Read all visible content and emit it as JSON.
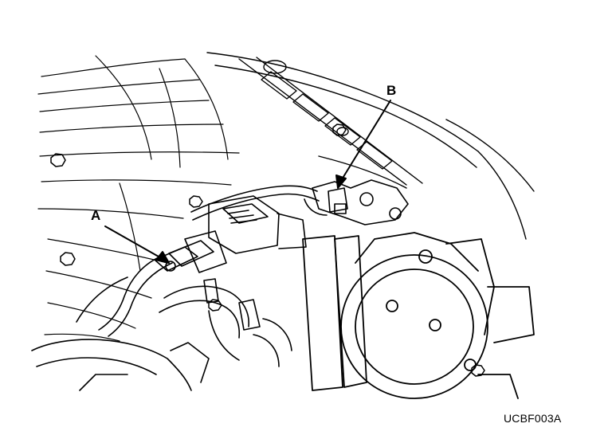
{
  "figure": {
    "callouts": [
      {
        "id": "A",
        "text": "A"
      },
      {
        "id": "B",
        "text": "B"
      }
    ],
    "figure_code": "UCBF003A"
  }
}
